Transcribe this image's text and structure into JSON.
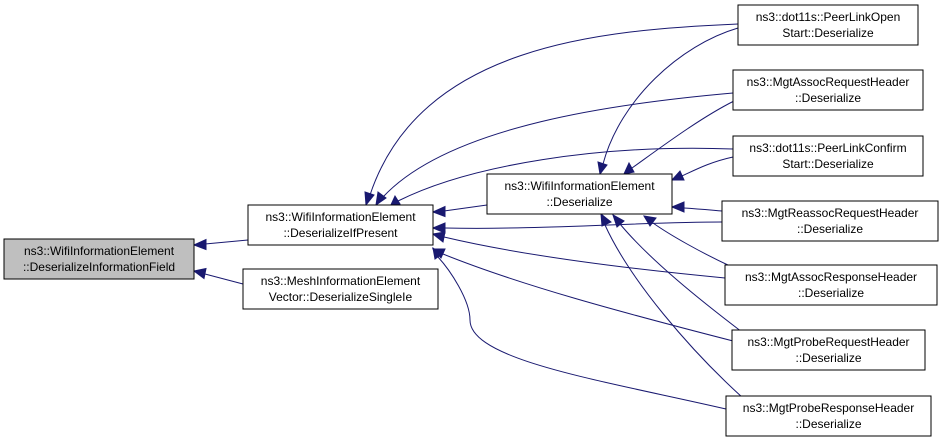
{
  "diagram": {
    "nodes": [
      {
        "id": "root",
        "line1": "ns3::WifiInformationElement",
        "line2": "::DeserializeInformationField"
      },
      {
        "id": "deser_if_present",
        "line1": "ns3::WifiInformationElement",
        "line2": "::DeserializeIfPresent"
      },
      {
        "id": "mesh_single",
        "line1": "ns3::MeshInformationElement",
        "line2": "Vector::DeserializeSingleIe"
      },
      {
        "id": "wie_deserialize",
        "line1": "ns3::WifiInformationElement",
        "line2": "::Deserialize"
      },
      {
        "id": "peer_open",
        "line1": "ns3::dot11s::PeerLinkOpen",
        "line2": "Start::Deserialize"
      },
      {
        "id": "assoc_req",
        "line1": "ns3::MgtAssocRequestHeader",
        "line2": "::Deserialize"
      },
      {
        "id": "peer_confirm",
        "line1": "ns3::dot11s::PeerLinkConfirm",
        "line2": "Start::Deserialize"
      },
      {
        "id": "reassoc_req",
        "line1": "ns3::MgtReassocRequestHeader",
        "line2": "::Deserialize"
      },
      {
        "id": "assoc_resp",
        "line1": "ns3::MgtAssocResponseHeader",
        "line2": "::Deserialize"
      },
      {
        "id": "probe_req",
        "line1": "ns3::MgtProbeRequestHeader",
        "line2": "::Deserialize"
      },
      {
        "id": "probe_resp",
        "line1": "ns3::MgtProbeResponseHeader",
        "line2": "::Deserialize"
      }
    ],
    "edges": [
      {
        "from": "deser_if_present",
        "to": "root"
      },
      {
        "from": "mesh_single",
        "to": "root"
      },
      {
        "from": "wie_deserialize",
        "to": "deser_if_present"
      },
      {
        "from": "peer_open",
        "to": "deser_if_present"
      },
      {
        "from": "assoc_req",
        "to": "deser_if_present"
      },
      {
        "from": "peer_confirm",
        "to": "deser_if_present"
      },
      {
        "from": "reassoc_req",
        "to": "deser_if_present"
      },
      {
        "from": "assoc_resp",
        "to": "deser_if_present"
      },
      {
        "from": "probe_req",
        "to": "deser_if_present"
      },
      {
        "from": "probe_resp",
        "to": "deser_if_present"
      },
      {
        "from": "peer_open",
        "to": "wie_deserialize"
      },
      {
        "from": "assoc_req",
        "to": "wie_deserialize"
      },
      {
        "from": "peer_confirm",
        "to": "wie_deserialize"
      },
      {
        "from": "reassoc_req",
        "to": "wie_deserialize"
      },
      {
        "from": "assoc_resp",
        "to": "wie_deserialize"
      },
      {
        "from": "probe_req",
        "to": "wie_deserialize"
      },
      {
        "from": "probe_resp",
        "to": "wie_deserialize"
      }
    ]
  }
}
